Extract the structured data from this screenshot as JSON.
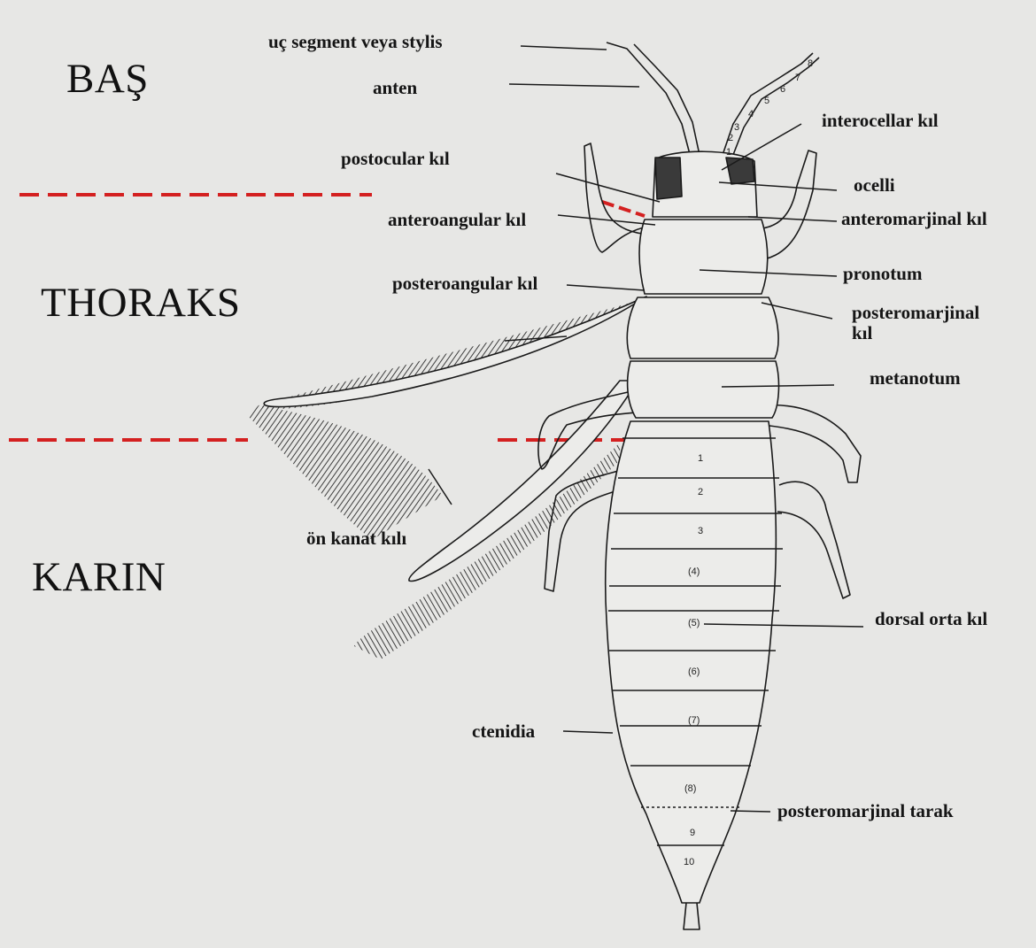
{
  "regions": {
    "head": "BAŞ",
    "thorax": "THORAKS",
    "abdomen": "KARIN"
  },
  "labels": {
    "terminal_segment": "uç segment veya stylis",
    "antenna": "anten",
    "interocellar": "interocellar kıl",
    "postocular": "postocular kıl",
    "ocelli": "ocelli",
    "anteroangular": "anteroangular kıl",
    "anteromarginal": "anteromarjinal kıl",
    "posteroangular": "posteroangular kıl",
    "pronotum": "pronotum",
    "posteromarginal_line1": "posteromarjinal",
    "posteromarginal_line2": "kıl",
    "metanotum": "metanotum",
    "forewing_seta": "ön kanat kılı",
    "dorsal_median": "dorsal orta kıl",
    "ctenidia": "ctenidia",
    "posteromarginal_comb": "posteromarjinal tarak"
  },
  "antenna_segments": [
    "1",
    "2",
    "3",
    "4",
    "5",
    "6",
    "7",
    "8"
  ],
  "abdominal_segments": [
    "1",
    "2",
    "3",
    "(4)",
    "(5)",
    "(6)",
    "(7)",
    "(8)",
    "9",
    "10"
  ],
  "colors": {
    "background": "#e7e7e5",
    "ink": "#1a1a1a",
    "divider": "#d42020"
  }
}
